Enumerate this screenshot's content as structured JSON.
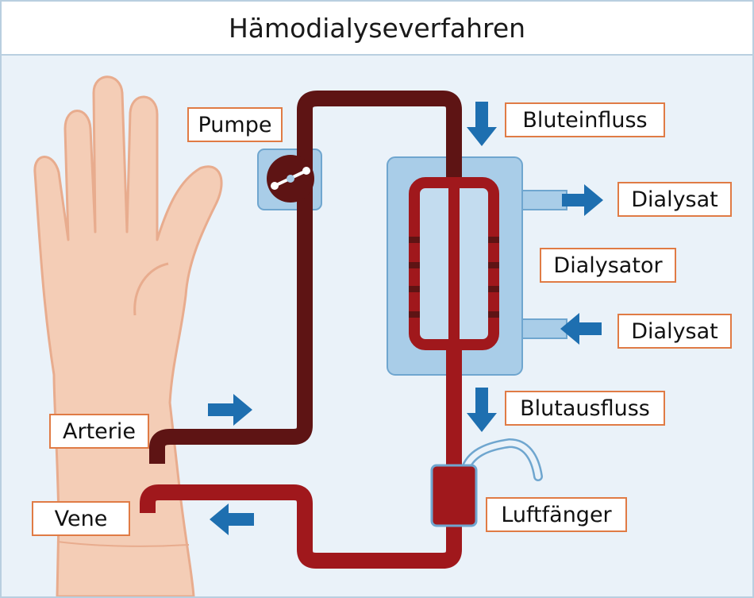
{
  "title": "Hämodialyseverfahren",
  "labels": {
    "pumpe": "Pumpe",
    "bluteinfluss": "Bluteinfluss",
    "dialysat_out": "Dialysat",
    "dialysator": "Dialysator",
    "dialysat_in": "Dialysat",
    "blutausfluss": "Blutausfluss",
    "luftfaenger": "Luftfänger",
    "arterie": "Arterie",
    "vene": "Vene"
  },
  "colors": {
    "background": "#eaf2f9",
    "arterial_tube": "#5e1414",
    "venous_tube": "#a0181c",
    "arrow": "#1e6fb0",
    "label_border": "#e07b45",
    "skin": "#f4cdb6",
    "dialyzer_housing": "#a9cde8"
  }
}
